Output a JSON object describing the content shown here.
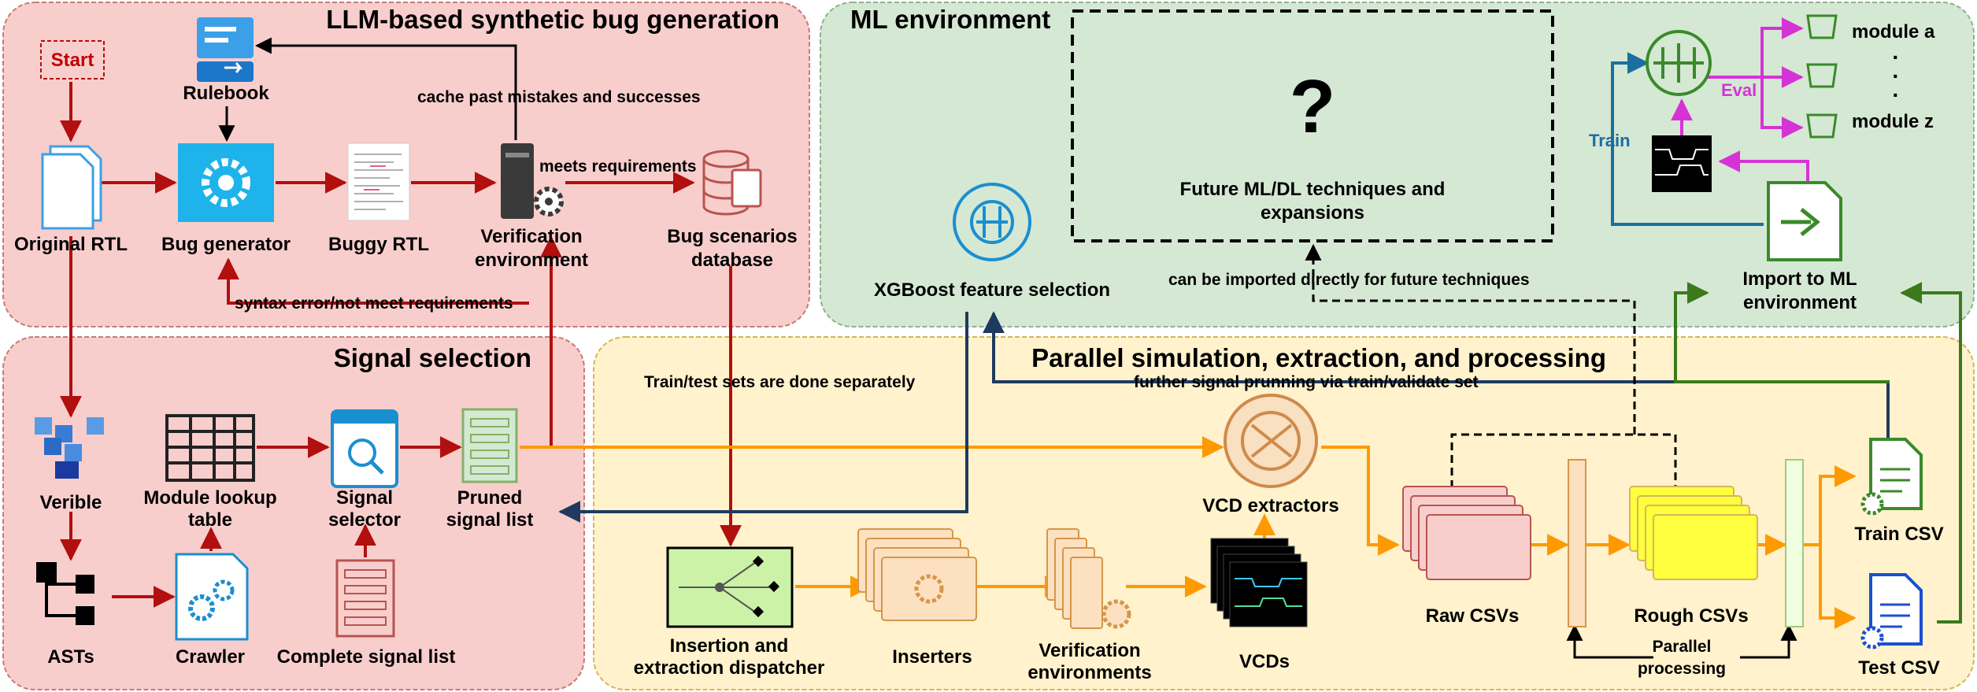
{
  "colors": {
    "panel_red": "#f8cecc",
    "panel_green": "#d5e8d4",
    "panel_yellow": "#fff2cc",
    "arrow_red": "#b20f0f",
    "arrow_orange": "#ff9900",
    "arrow_navy": "#1f3a5f",
    "arrow_green": "#3a7a1a",
    "arrow_teal": "#1a6fa0",
    "arrow_magenta": "#d633d6"
  },
  "panels": {
    "bug_generation": {
      "title": "LLM-based synthetic bug generation"
    },
    "ml_environment": {
      "title": "ML environment"
    },
    "signal_selection": {
      "title": "Signal selection"
    },
    "parallel": {
      "title": "Parallel simulation, extraction, and processing"
    }
  },
  "nodes": {
    "start": "Start",
    "rulebook": "Rulebook",
    "original_rtl": "Original RTL",
    "bug_generator": "Bug generator",
    "buggy_rtl": "Buggy RTL",
    "verification_env_1": "Verification",
    "verification_env_2": "environment",
    "bug_db_1": "Bug scenarios",
    "bug_db_2": "database",
    "verible": "Verible",
    "asts": "ASTs",
    "module_lookup_1": "Module lookup",
    "module_lookup_2": "table",
    "crawler": "Crawler",
    "signal_selector_1": "Signal",
    "signal_selector_2": "selector",
    "complete_signal_list": "Complete signal list",
    "pruned_signal_list_1": "Pruned",
    "pruned_signal_list_2": "signal list",
    "xgboost": "XGBoost feature selection",
    "future_ml_1": "Future ML/DL techniques and",
    "future_ml_2": "expansions",
    "question_mark": "?",
    "import_ml_1": "Import to ML",
    "import_ml_2": "environment",
    "module_a": "module a",
    "module_z": "module z",
    "dots": "·",
    "train_label": "Train",
    "eval_label": "Eval",
    "vcd_extractors": "VCD extractors",
    "dispatcher_1": "Insertion and",
    "dispatcher_2": "extraction dispatcher",
    "inserters": "Inserters",
    "verif_envs_1": "Verification",
    "verif_envs_2": "environments",
    "vcds": "VCDs",
    "raw_csvs": "Raw CSVs",
    "rough_csvs": "Rough CSVs",
    "parallel_processing_1": "Parallel",
    "parallel_processing_2": "processing",
    "train_csv": "Train CSV",
    "test_csv": "Test CSV"
  },
  "edge_labels": {
    "cache": "cache past mistakes and successes",
    "meets": "meets requirements",
    "syntax": "syntax error/not meet requirements",
    "train_test": "Train/test sets are done separately",
    "imported": "can be imported directly for future techniques",
    "pruning": "further signal prunning via train/validate set"
  }
}
